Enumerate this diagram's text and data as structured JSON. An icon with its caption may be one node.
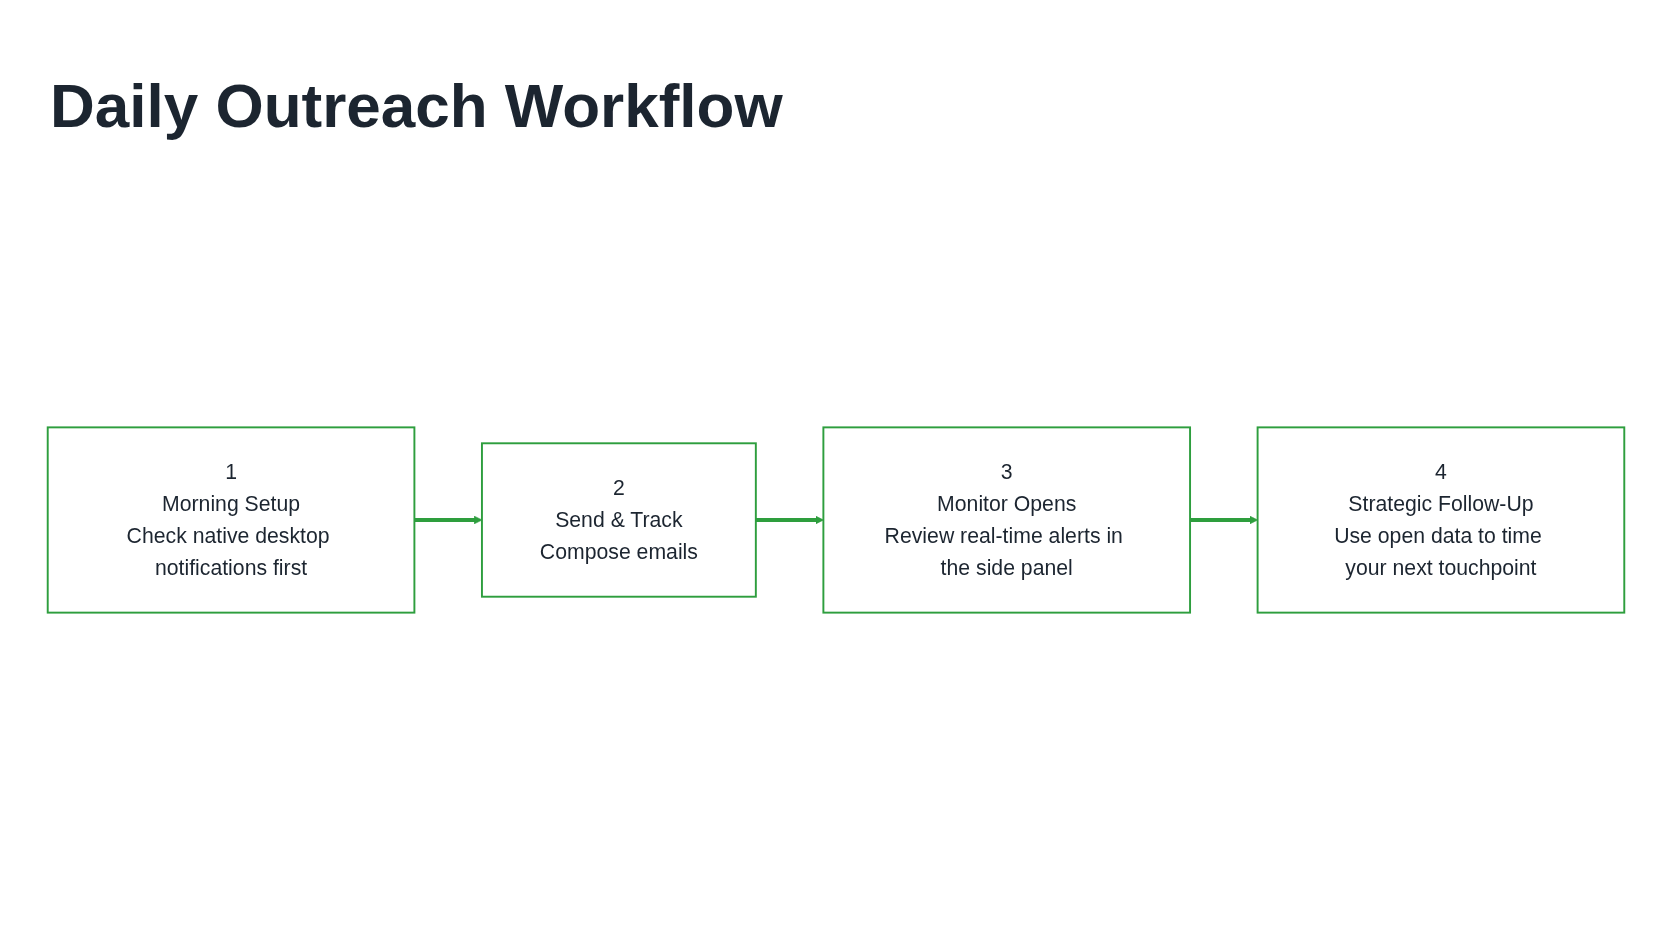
{
  "diagram": {
    "title": "Daily Outreach Workflow",
    "nodes": [
      {
        "text": [
          "1",
          "Morning Setup",
          "Check native desktop notifications first"
        ]
      },
      {
        "text": [
          "2",
          "Send & Track",
          "Compose emails"
        ]
      },
      {
        "text": [
          "3",
          "Monitor Opens",
          "Review real-time alerts in the side panel"
        ]
      },
      {
        "text": [
          "4",
          "Strategic Follow-Up",
          "Use open data to time your next touchpoint"
        ]
      }
    ],
    "edges": [
      {
        "from": 0,
        "to": 1,
        "arrow": "to"
      },
      {
        "from": 1,
        "to": 2,
        "arrow": "to"
      },
      {
        "from": 2,
        "to": 3,
        "arrow": "to"
      }
    ]
  }
}
